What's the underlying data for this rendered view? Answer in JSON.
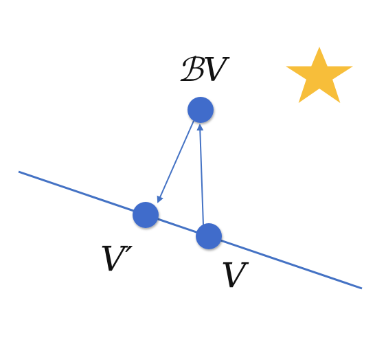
{
  "diagram": {
    "labels": {
      "bv_script": "ℬ",
      "bv_var": "V",
      "v_prime_var": "V",
      "v_prime_mark": "′",
      "v_var": "V"
    },
    "colors": {
      "line": "#4472C4",
      "point": "#3F6CCB",
      "arrow": "#4472C4",
      "star": "#F7BE3A",
      "text": "#111111"
    },
    "icons": {
      "star": "star-icon"
    }
  }
}
